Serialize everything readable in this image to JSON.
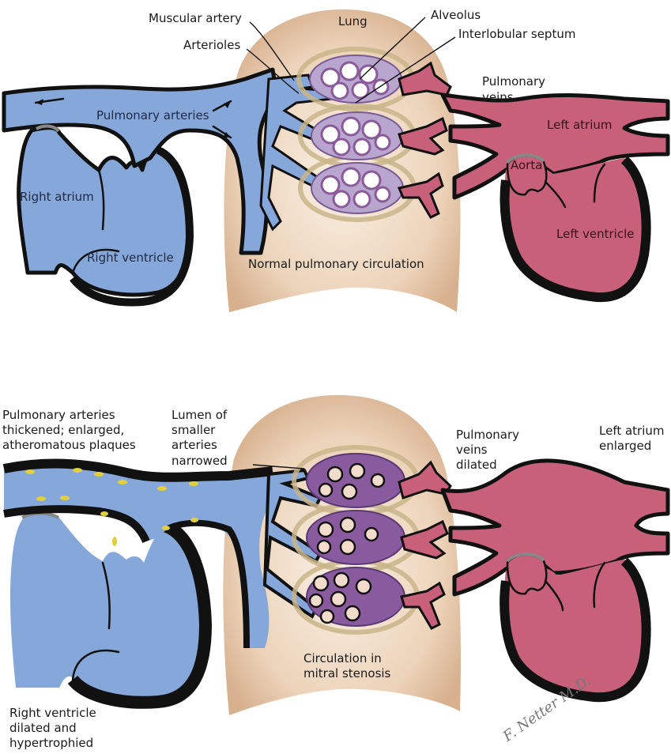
{
  "figure": {
    "top_panel": {
      "caption": "Normal pulmonary circulation",
      "labels": {
        "muscular_artery": "Muscular artery",
        "arterioles": "Arterioles",
        "lung": "Lung",
        "alveolus": "Alveolus",
        "interlobular_septum": "Interlobular septum",
        "pulmonary_veins_line1": "Pulmonary",
        "pulmonary_veins_line2": "veins",
        "pulmonary_arteries": "Pulmonary arteries",
        "left_atrium": "Left atrium",
        "aorta": "Aorta",
        "right_atrium": "Right atrium",
        "right_ventricle": "Right ventricle",
        "left_ventricle": "Left ventricle"
      }
    },
    "bottom_panel": {
      "caption_line1": "Circulation in",
      "caption_line2": "mitral stenosis",
      "labels": {
        "pa_thickened_line1": "Pulmonary arteries",
        "pa_thickened_line2": "thickened; enlarged,",
        "pa_thickened_line3": "atheromatous plaques",
        "lumen_line1": "Lumen of",
        "lumen_line2": "smaller",
        "lumen_line3": "arteries",
        "lumen_line4": "narrowed",
        "pv_dilated_line1": "Pulmonary",
        "pv_dilated_line2": "veins",
        "pv_dilated_line3": "dilated",
        "la_enlarged_line1": "Left atrium",
        "la_enlarged_line2": "enlarged",
        "rv_line1": "Right ventricle",
        "rv_line2": "dilated and",
        "rv_line3": "hypertrophied"
      }
    },
    "signature": "F. Netter M.D.",
    "colors": {
      "deoxygenated_blue": "#86a7d9",
      "oxygenated_red": "#c8607a",
      "lung_tissue": "#ecd3b9",
      "plaque_yellow": "#e2cf3c",
      "outline": "#111111"
    }
  }
}
